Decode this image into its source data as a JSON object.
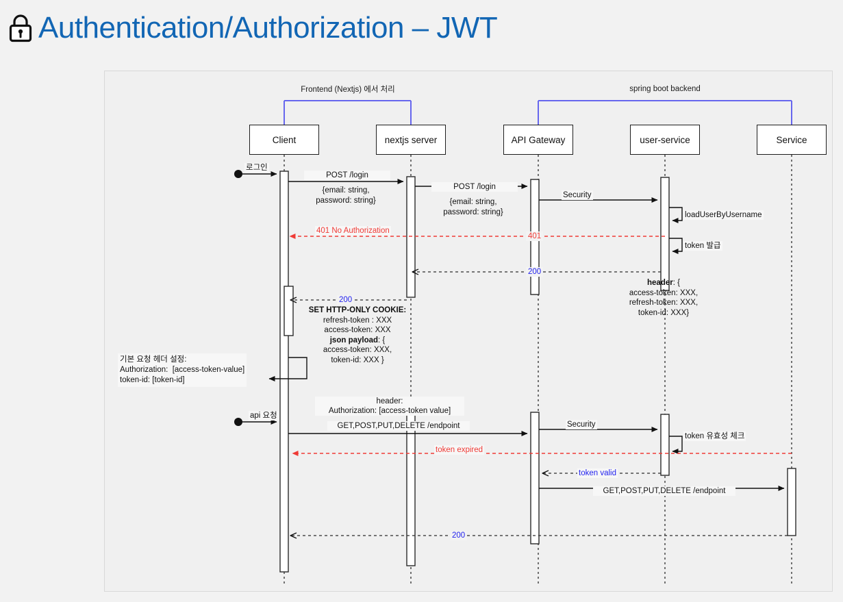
{
  "page": {
    "title": "Authentication/Authorization – JWT",
    "title_color": "#1266b4",
    "background": "#f2f2f2",
    "lock_icon": "lock-icon"
  },
  "diagram": {
    "type": "sequence-diagram",
    "groups": [
      {
        "label": "Frontend (Nextjs) 에서 처리",
        "color": "#6666ee",
        "spans": [
          "Client",
          "nextjs server"
        ]
      },
      {
        "label": "spring boot backend",
        "color": "#6666ee",
        "spans": [
          "API Gateway",
          "Service"
        ]
      }
    ],
    "participants": [
      {
        "name": "Client"
      },
      {
        "name": "nextjs server"
      },
      {
        "name": "API Gateway"
      },
      {
        "name": "user-service"
      },
      {
        "name": "Service"
      }
    ],
    "messages": [
      {
        "id": "m01",
        "from": "actor-login",
        "to": "Client",
        "label": "로그인",
        "style": "solid",
        "color": "#111"
      },
      {
        "id": "m02",
        "from": "Client",
        "to": "nextjs server",
        "label": "POST /login",
        "style": "solid",
        "color": "#111"
      },
      {
        "id": "m03",
        "from": "Client",
        "to": "nextjs server",
        "label": "{email: string,\npassword: string}",
        "style": "annotation",
        "color": "#111"
      },
      {
        "id": "m04",
        "from": "nextjs server",
        "to": "API Gateway",
        "label": "POST /login",
        "style": "solid",
        "color": "#111"
      },
      {
        "id": "m05",
        "from": "nextjs server",
        "to": "API Gateway",
        "label": "{email: string,\npassword: string}",
        "style": "annotation",
        "color": "#111"
      },
      {
        "id": "m06",
        "from": "API Gateway",
        "to": "user-service",
        "label": "Security",
        "style": "solid",
        "color": "#111"
      },
      {
        "id": "m07",
        "from": "user-service",
        "to": "user-service",
        "label": "loadUserByUsername",
        "style": "self",
        "color": "#111"
      },
      {
        "id": "m08",
        "from": "user-service",
        "to": "Client",
        "label": "401 No Authorization",
        "style": "dashed",
        "color": "#ef3b36",
        "segment_label": "401"
      },
      {
        "id": "m09",
        "from": "user-service",
        "to": "user-service",
        "label": "token 발급",
        "style": "self",
        "color": "#111"
      },
      {
        "id": "m10",
        "from": "user-service",
        "to": "nextjs server",
        "label": "200",
        "style": "dashed",
        "color": "#2222ee"
      },
      {
        "id": "m11",
        "from": "user-service",
        "to": "nextjs server",
        "label": "header: {\naccess-token: XXX,\nrefresh-token: XXX,\ntoken-id: XXX}",
        "style": "annotation",
        "color": "#111",
        "bold_prefix": "header"
      },
      {
        "id": "m12",
        "from": "nextjs server",
        "to": "Client",
        "label": "200",
        "style": "dashed",
        "color": "#2222ee"
      },
      {
        "id": "m13",
        "from": "nextjs server",
        "to": "Client",
        "label": "SET HTTP-ONLY COOKIE:\nrefresh-token : XXX\naccess-token: XXX\njson payload: {\naccess-token: XXX,\ntoken-id: XXX }",
        "style": "annotation",
        "color": "#111"
      },
      {
        "id": "m14",
        "from": "Client",
        "to": "Client",
        "label": "기본 요청 헤더 설정:\nAuthorization:  [access-token-value]\ntoken-id: [token-id]",
        "style": "self-note",
        "color": "#111"
      },
      {
        "id": "m15",
        "from": "actor-api",
        "to": "Client",
        "label": "api 요청",
        "style": "solid",
        "color": "#111"
      },
      {
        "id": "m16",
        "from": "Client",
        "to": "API Gateway",
        "label": "header:\nAuthorization: [access-token value]",
        "style": "annotation",
        "color": "#111"
      },
      {
        "id": "m17",
        "from": "Client",
        "to": "API Gateway",
        "label": "GET,POST,PUT,DELETE /endpoint",
        "style": "solid",
        "color": "#111"
      },
      {
        "id": "m18",
        "from": "API Gateway",
        "to": "user-service",
        "label": "Security",
        "style": "solid",
        "color": "#111"
      },
      {
        "id": "m19",
        "from": "user-service",
        "to": "user-service",
        "label": "token 유효성 체크",
        "style": "self",
        "color": "#111"
      },
      {
        "id": "m20",
        "from": "user-service",
        "to": "Client",
        "label": "token expired",
        "style": "dashed",
        "color": "#ef3b36"
      },
      {
        "id": "m21",
        "from": "user-service",
        "to": "API Gateway",
        "label": "token valid",
        "style": "dashed",
        "color": "#2222ee"
      },
      {
        "id": "m22",
        "from": "API Gateway",
        "to": "Service",
        "label": "GET,POST,PUT,DELETE /endpoint",
        "style": "solid",
        "color": "#111"
      },
      {
        "id": "m23",
        "from": "Service",
        "to": "Client",
        "label": "200",
        "style": "dashed",
        "color": "#2222ee"
      }
    ]
  },
  "labels": {
    "group_frontend": "Frontend (Nextjs) 에서 처리",
    "group_backend": "spring boot backend",
    "p_client": "Client",
    "p_nextjs": "nextjs server",
    "p_gateway": "API Gateway",
    "p_userservice": "user-service",
    "p_service": "Service",
    "login": "로그인",
    "post_login_1": "POST /login",
    "body_1": "{email: string,\npassword: string}",
    "post_login_2": "POST /login",
    "body_2": "{email: string,\npassword: string}",
    "security_1": "Security",
    "load_user": "loadUserByUsername",
    "unauthorized": "401 No Authorization",
    "code_401": "401",
    "token_issue": "token 발급",
    "code_200_a": "200",
    "header_bold": "header",
    "header_rest": ": {",
    "header_lines": "access-token: XXX,\nrefresh-token: XXX,\ntoken-id: XXX}",
    "code_200_b": "200",
    "set_cookie_title": "SET HTTP-ONLY COOKIE:",
    "set_cookie_lines": "refresh-token : XXX\naccess-token: XXX",
    "json_payload_bold": "json payload",
    "json_payload_rest": ": {",
    "json_payload_lines": "access-token: XXX,\ntoken-id: XXX }",
    "default_header_note": "기본 요청 헤더 설정:\nAuthorization:  [access-token-value]\ntoken-id: [token-id]",
    "api_request": "api 요청",
    "header_label": "header:",
    "auth_header": "Authorization: [access-token value]",
    "endpoint_1": "GET,POST,PUT,DELETE /endpoint",
    "security_2": "Security",
    "token_check": "token 유효성 체크",
    "token_expired": "token expired",
    "token_valid": "token valid",
    "endpoint_2": "GET,POST,PUT,DELETE /endpoint",
    "code_200_c": "200"
  },
  "colors": {
    "title": "#1266b4",
    "group_bracket": "#6666ee",
    "error": "#ef3b36",
    "success": "#2222ee",
    "line": "#1d1d1d",
    "canvas": "#f0f0f0",
    "page_bg": "#f2f2f2"
  }
}
